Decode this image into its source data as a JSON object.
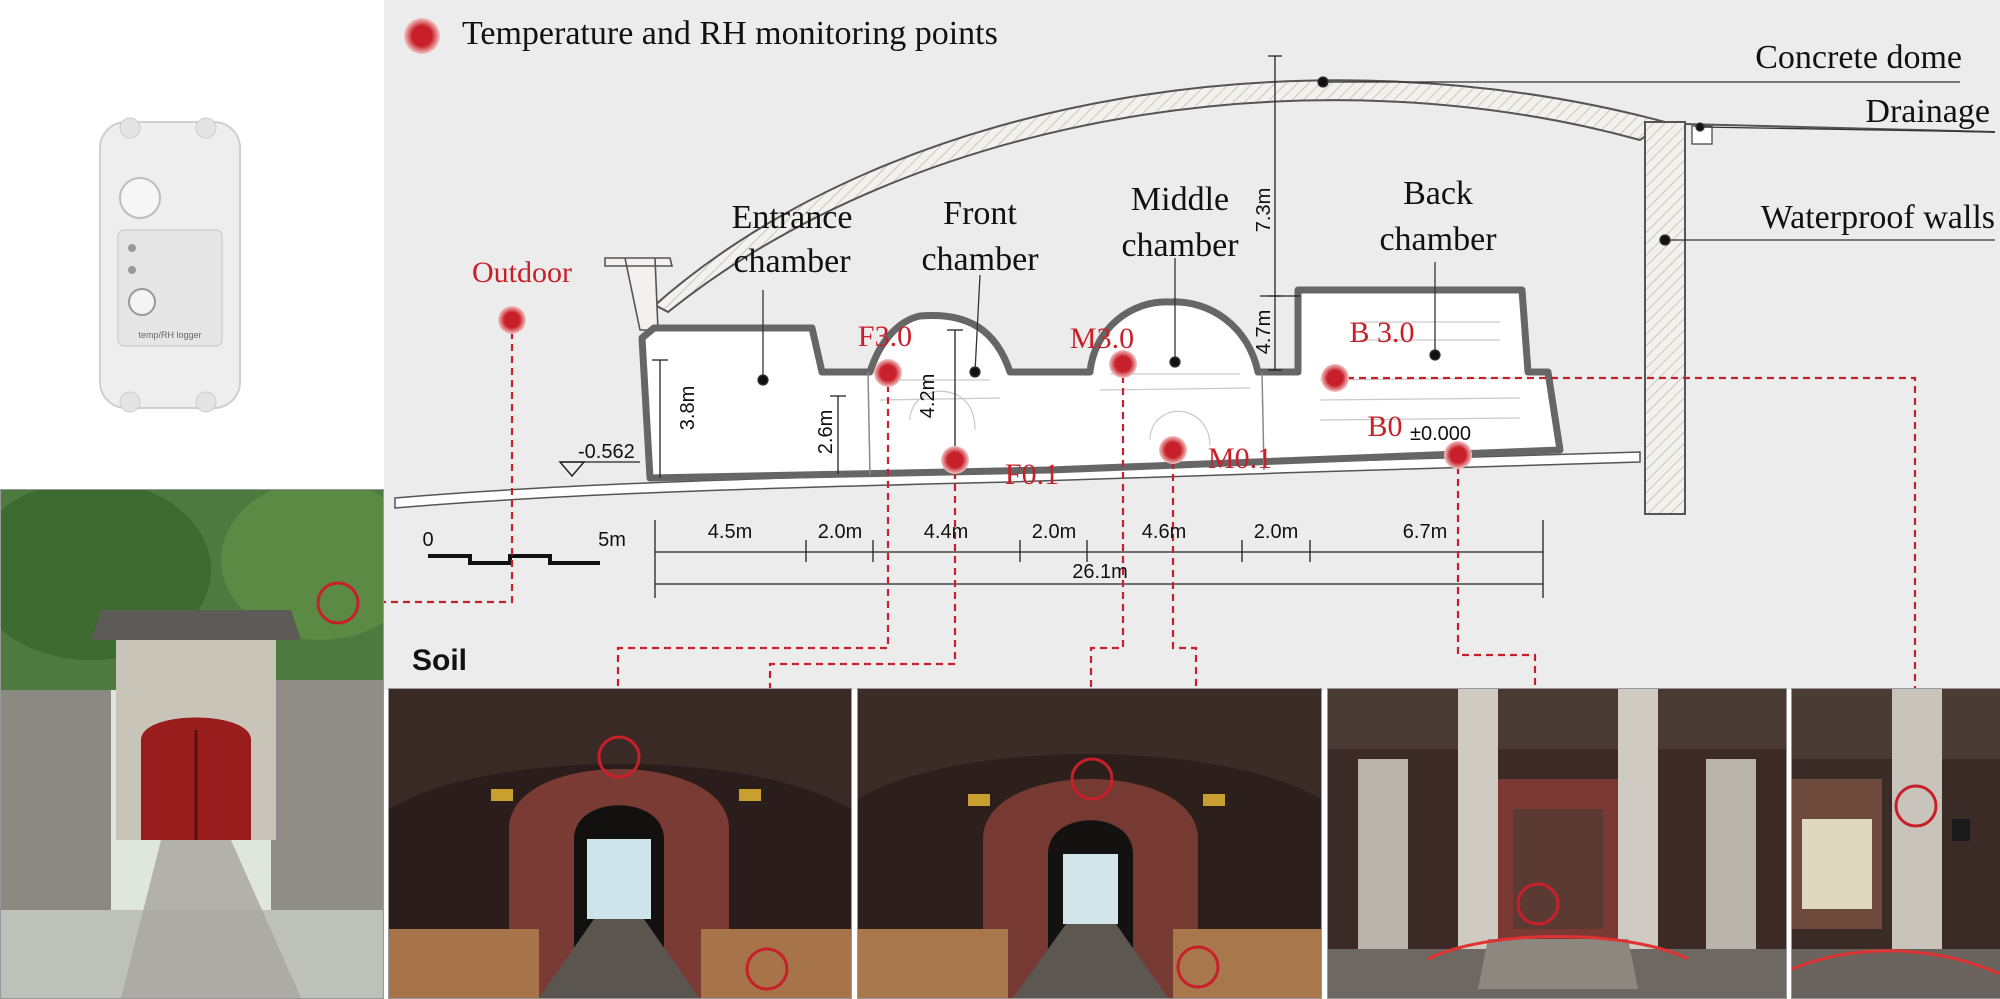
{
  "legend": {
    "label": "Temperature and RH monitoring points",
    "marker_color": "#c8202a"
  },
  "structure_labels": {
    "concrete_dome": "Concrete dome",
    "drainage": "Drainage",
    "waterproof_walls": "Waterproof walls",
    "soil": "Soil"
  },
  "chambers": {
    "entrance": [
      "Entrance",
      "chamber"
    ],
    "front": [
      "Front",
      "chamber"
    ],
    "middle": [
      "Middle",
      "chamber"
    ],
    "back": [
      "Back",
      "chamber"
    ]
  },
  "monitoring_points": {
    "outdoor": "Outdoor",
    "f30": "F3.0",
    "f01": "F0.1",
    "m30": "M3.0",
    "m01": "M0.1",
    "b30": "B 3.0",
    "b0": "B0"
  },
  "heights": {
    "dome": "7.3m",
    "back": "4.7m",
    "front": "4.2m",
    "entrance": "3.8m",
    "entrance_low": "2.6m"
  },
  "elevations": {
    "ground": "-0.562",
    "datum": "±0.000"
  },
  "widths": [
    "4.5m",
    "2.0m",
    "4.4m",
    "2.0m",
    "4.6m",
    "2.0m",
    "6.7m"
  ],
  "total_width": "26.1m",
  "scale_bar": {
    "start": "0",
    "end": "5m"
  },
  "device_label": "temp/RH logger",
  "colors": {
    "accent": "#c8202a",
    "soil": "#ececec",
    "structure": "#f4f4f4"
  }
}
